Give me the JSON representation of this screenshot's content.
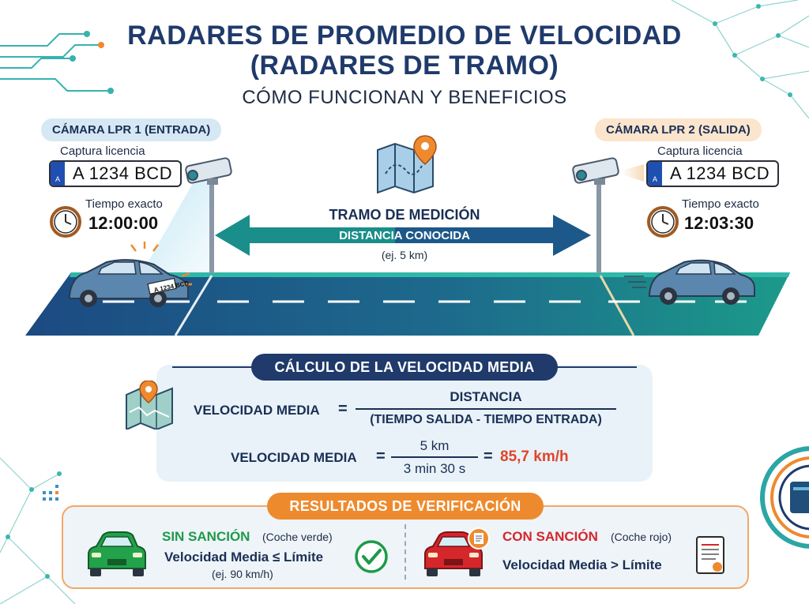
{
  "title": {
    "line1": "RADARES DE PROMEDIO DE VELOCIDAD",
    "line2": "(RADARES DE TRAMO)",
    "subtitle": "CÓMO FUNCIONAN Y BENEFICIOS"
  },
  "camera_entry": {
    "label": "CÁMARA LPR 1 (ENTRADA)",
    "capture_label": "Captura licencia",
    "plate": "A 1234 BCD",
    "plate_country": "A",
    "time_label": "Tiempo exacto",
    "time": "12:00:00"
  },
  "camera_exit": {
    "label": "CÁMARA LPR 2 (SALIDA)",
    "capture_label": "Captura licencia",
    "plate": "A 1234 BCD",
    "plate_country": "A",
    "time_label": "Tiempo exacto",
    "time": "12:03:30"
  },
  "section": {
    "title": "TRAMO DE MEDICIÓN",
    "distance_label": "DISTANCIA CONOCIDA",
    "example": "(ej. 5 km)"
  },
  "car_plate_small": "A 1234 BCD",
  "calculation": {
    "header": "CÁLCULO DE LA VELOCIDAD MEDIA",
    "lhs": "VELOCIDAD MEDIA",
    "equals": "=",
    "numerator": "DISTANCIA",
    "denominator": "(TIEMPO SALIDA - TIEMPO ENTRADA)",
    "lhs2": "VELOCIDAD MEDIA",
    "numerator2": "5 km",
    "denominator2": "3 min 30 s",
    "result": "85,7 km/h"
  },
  "results": {
    "header": "RESULTADOS DE VERIFICACIÓN",
    "ok": {
      "title": "SIN SANCIÓN",
      "note": "(Coche verde)",
      "rule": "Velocidad Media ≤ Límite",
      "example": "(ej. 90 km/h)"
    },
    "fine": {
      "title": "CON SANCIÓN",
      "note": "(Coche rojo)",
      "rule": "Velocidad Media > Límite"
    }
  },
  "colors": {
    "navy": "#1f3a6b",
    "teal": "#1a9a8e",
    "orange": "#ee8a2e",
    "green": "#1e9a4a",
    "red": "#d5262b",
    "result_red": "#e0452a"
  },
  "icons": [
    "map-pin-icon",
    "clock-icon",
    "camera-icon",
    "checkmark-icon",
    "document-icon",
    "tech-network-icon"
  ]
}
